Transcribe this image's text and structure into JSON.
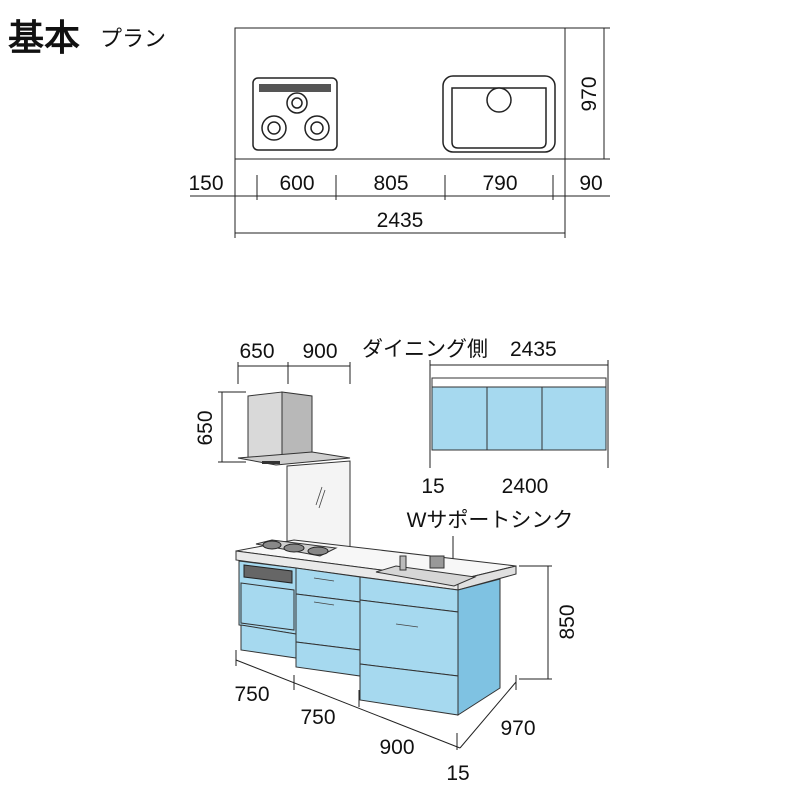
{
  "title": {
    "main": "基本",
    "sub": "プラン"
  },
  "plan_view": {
    "depth": "970",
    "segments": [
      "150",
      "600",
      "805",
      "790",
      "90"
    ],
    "total": "2435"
  },
  "hood": {
    "width_a": "650",
    "width_b": "900",
    "height": "650"
  },
  "dining": {
    "label": "ダイニング側",
    "total": "2435",
    "left": "15",
    "width": "2400"
  },
  "sink_label": "Wサポートシンク",
  "elevation": {
    "height": "850",
    "bottom": [
      "750",
      "750",
      "900",
      "15"
    ],
    "depth": "970"
  },
  "colors": {
    "cabinet": "#a6d9ef",
    "cabinet_side": "#7fc2e2",
    "line": "#222222"
  }
}
